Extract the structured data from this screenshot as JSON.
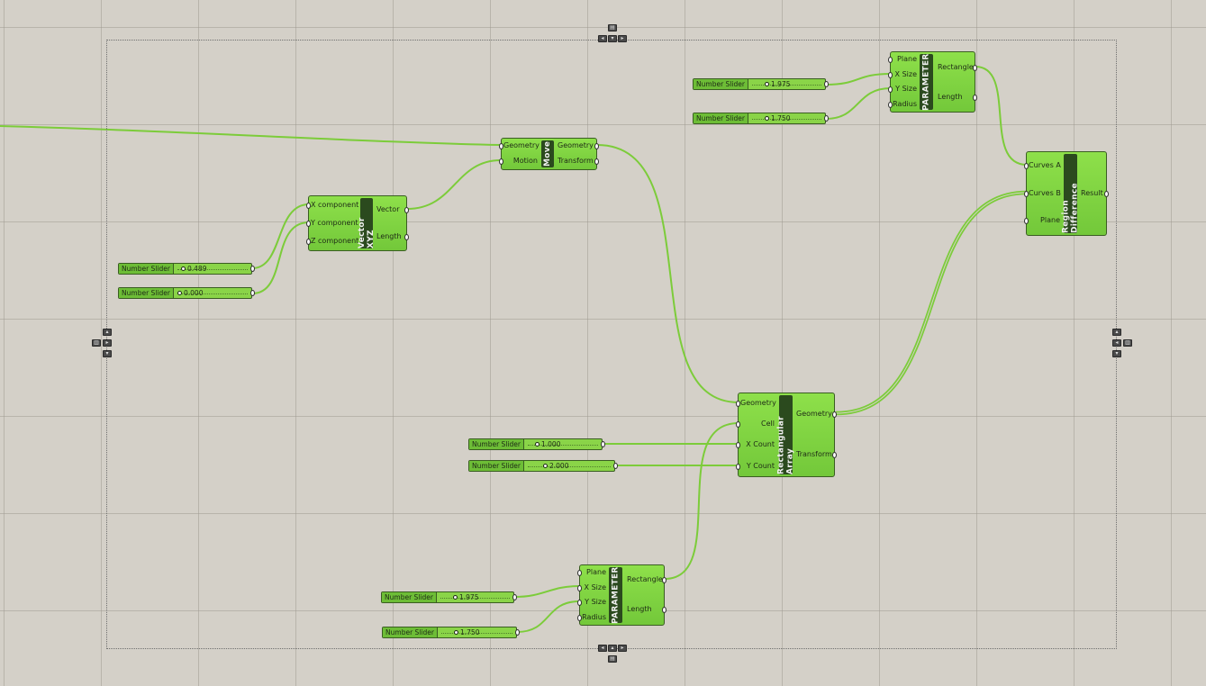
{
  "colors": {
    "canvas": "#d4d0c8",
    "component": "#8ee04a",
    "title_bar": "#2b4a1e",
    "wire": "#7ccc3a"
  },
  "group_handles": {
    "top": [
      "grid-icon",
      "arrow-left-icon",
      "arrow-down-icon",
      "arrow-right-icon"
    ],
    "bottom": [
      "arrow-left-icon",
      "arrow-up-icon",
      "arrow-right-icon",
      "grid-icon"
    ],
    "left": [
      "arrow-up-icon",
      "grid-icon",
      "arrow-right-icon",
      "arrow-down-icon"
    ],
    "right": [
      "arrow-up-icon",
      "arrow-left-icon",
      "grid-icon",
      "arrow-down-icon"
    ]
  },
  "components": {
    "vector": {
      "title": "Vector XYZ",
      "inputs": [
        "X component",
        "Y component",
        "Z component"
      ],
      "outputs": [
        "Vector",
        "Length"
      ]
    },
    "move": {
      "title": "Move",
      "inputs": [
        "Geometry",
        "Motion"
      ],
      "outputs": [
        "Geometry",
        "Transform"
      ]
    },
    "rect_top": {
      "title": "PARAMETER",
      "inputs": [
        "Plane",
        "X Size",
        "Y Size",
        "Radius"
      ],
      "outputs": [
        "Rectangle",
        "Length"
      ]
    },
    "region": {
      "title": "Region Difference",
      "inputs": [
        "Curves A",
        "Curves B",
        "Plane"
      ],
      "outputs": [
        "Result"
      ]
    },
    "array": {
      "title": "Rectangular Array",
      "inputs": [
        "Geometry",
        "Cell",
        "X Count",
        "Y Count"
      ],
      "outputs": [
        "Geometry",
        "Transform"
      ]
    },
    "rect_bottom": {
      "title": "PARAMETER",
      "inputs": [
        "Plane",
        "X Size",
        "Y Size",
        "Radius"
      ],
      "outputs": [
        "Rectangle",
        "Length"
      ]
    }
  },
  "sliders": {
    "vx": {
      "label": "Number Slider",
      "value": "0.489"
    },
    "vy": {
      "label": "Number Slider",
      "value": "0.000"
    },
    "top_x": {
      "label": "Number Slider",
      "value": "1.975"
    },
    "top_y": {
      "label": "Number Slider",
      "value": "1.750"
    },
    "arr_x": {
      "label": "Number Slider",
      "value": "1.000"
    },
    "arr_y": {
      "label": "Number Slider",
      "value": "2.000"
    },
    "bot_x": {
      "label": "Number Slider",
      "value": "1.975"
    },
    "bot_y": {
      "label": "Number Slider",
      "value": "1.750"
    }
  }
}
